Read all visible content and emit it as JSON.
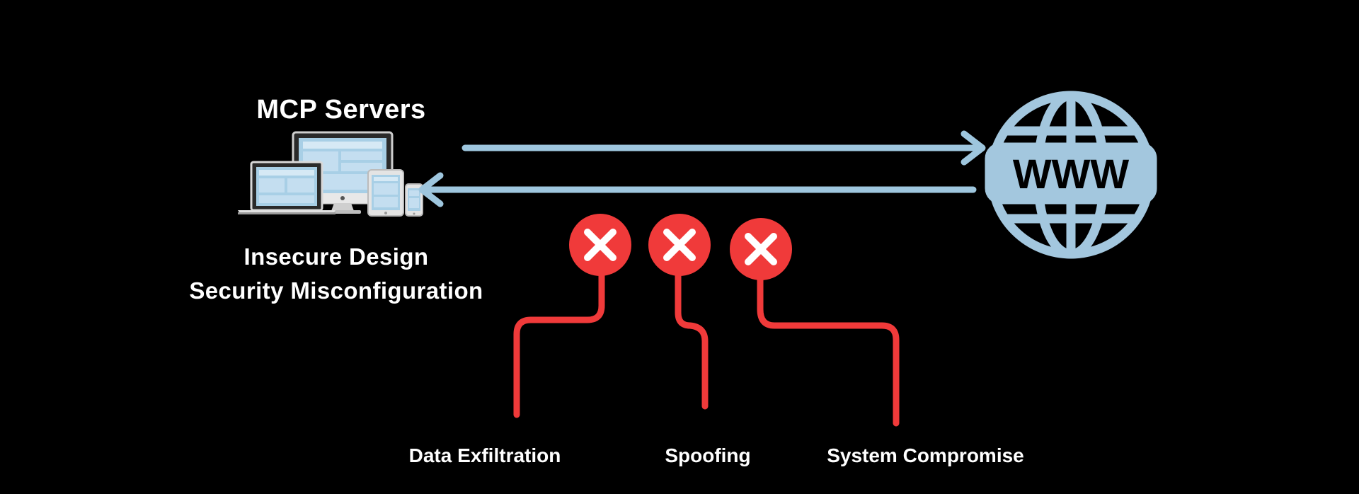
{
  "server": {
    "title": "MCP Servers",
    "icon": "multi-device-icon"
  },
  "remote": {
    "icon": "www-globe-icon",
    "globe_text": "WWW"
  },
  "vulnerabilities": [
    "Insecure Design",
    "Security Misconfiguration"
  ],
  "impacts": [
    {
      "label": "Data Exfiltration",
      "icon": "red-x-icon"
    },
    {
      "label": "Spoofing",
      "icon": "red-x-icon"
    },
    {
      "label": "System Compromise",
      "icon": "red-x-icon"
    }
  ],
  "colors": {
    "background": "#000000",
    "arrow": "#9ec6de",
    "globe": "#a3c7de",
    "danger": "#f03a3a",
    "text": "#ffffff",
    "device_frame": "#d8d8d8",
    "device_screen": "#a8cfe6"
  }
}
